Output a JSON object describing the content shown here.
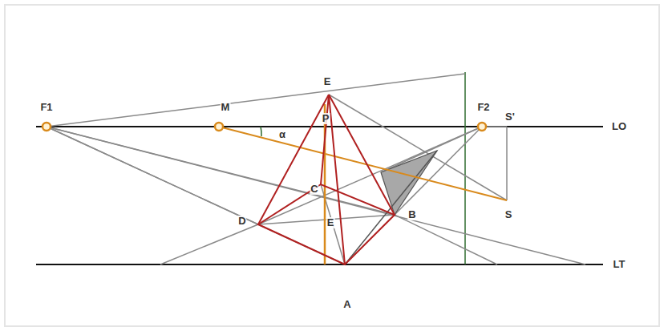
{
  "diagram": {
    "labels": [
      "F1",
      "M",
      "α",
      "E",
      "P",
      "F2",
      "S'",
      "LO",
      "C",
      "D",
      "E",
      "B",
      "S",
      "A",
      "LT"
    ]
  }
}
